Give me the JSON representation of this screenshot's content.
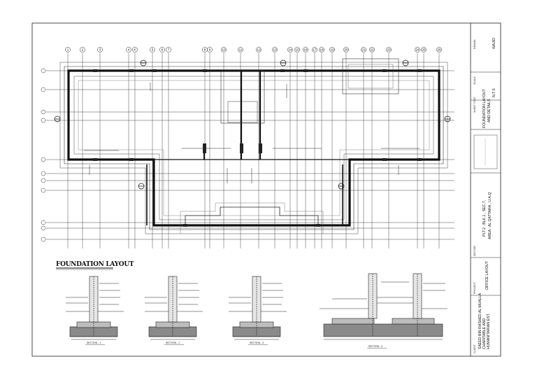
{
  "drawing": {
    "layout_title": "FOUNDATION LAYOUT",
    "grid_labels_top": [
      "1",
      "2",
      "3",
      "4",
      "4'",
      "5",
      "6",
      "7",
      "8",
      "9",
      "10",
      "11",
      "12",
      "13",
      "14",
      "15",
      "16",
      "17",
      "18",
      "19",
      "20",
      "21",
      "22",
      "23",
      "24",
      "25",
      "26"
    ],
    "sections": [
      {
        "label": "SECTION - 1"
      },
      {
        "label": "SECTION - 2"
      },
      {
        "label": "SECTION - 3"
      },
      {
        "label": "SECTION - 4"
      }
    ]
  },
  "title_block": {
    "drawn": {
      "label": "DRAWN",
      "value": "WAJID"
    },
    "scale": {
      "label": "SCALE",
      "value": "N.T.S"
    },
    "sheet_title": {
      "label": "SHEET TITLE",
      "line1": "FOUNDATION LAYOUT",
      "line2": "AND DETAILS"
    },
    "sector": {
      "label": "SECTOR",
      "line1": "PLT.2 , BLK.1 , SEC.7,",
      "line2": "AREA : AL QATTARA , U.A.Q"
    },
    "project": {
      "label": "PROJECT",
      "value": "OFFICE LAYOUT"
    },
    "client": {
      "label": "CLIENT",
      "line1": "SAEED BIN RASHED AL MUALLA",
      "line2": "CHARITABLE AND",
      "line3": "HUMANITARIAN EST."
    }
  }
}
